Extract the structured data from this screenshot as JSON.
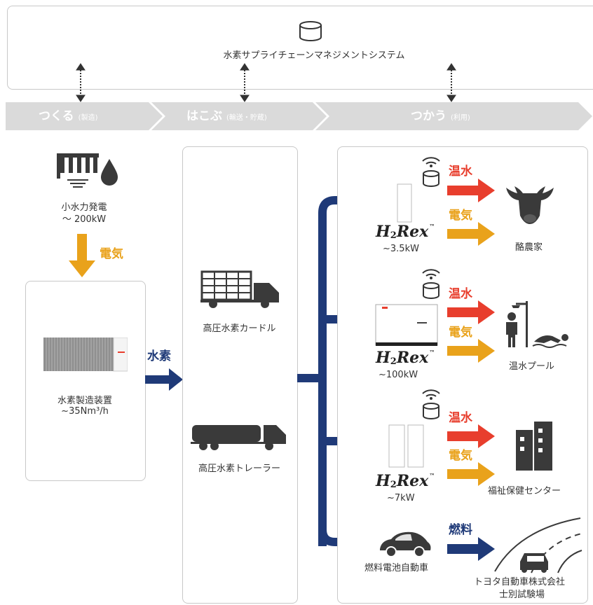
{
  "system": {
    "title": "水素サプライチェーンマネジメントシステム",
    "icon": "database-icon"
  },
  "stages": [
    {
      "label": "つくる",
      "sub": "(製造)"
    },
    {
      "label": "はこぶ",
      "sub": "(輸送・貯蔵)"
    },
    {
      "label": "つかう",
      "sub": "(利用)"
    }
  ],
  "produce": {
    "hydro_label": "小水力発電",
    "hydro_value": "～ 200kW",
    "electricity_label": "電気",
    "device_label": "水素製造装置",
    "device_value": "~35Nm³/h",
    "hydrogen_label": "水素"
  },
  "transport": {
    "curdle_label": "高圧水素カードル",
    "trailer_label": "高圧水素トレーラー"
  },
  "use": {
    "brand": "H2Rex",
    "units": [
      {
        "capacity": "~3.5kW",
        "hot_water": "温水",
        "electricity": "電気",
        "destination": "酪農家"
      },
      {
        "capacity": "~100kW",
        "hot_water": "温水",
        "electricity": "電気",
        "destination": "温水プール"
      },
      {
        "capacity": "~7kW",
        "hot_water": "温水",
        "electricity": "電気",
        "destination": "福祉保健センター"
      }
    ],
    "fcv_label": "燃料電池自動車",
    "fuel_label": "燃料",
    "toyota_line1": "トヨタ自動車株式会社",
    "toyota_line2": "士別試験場"
  },
  "colors": {
    "navy": "#1f3a78",
    "red": "#e83e2d",
    "orange": "#e9a21b",
    "gray": "#d9d9d9",
    "dark": "#3a3a3a"
  }
}
